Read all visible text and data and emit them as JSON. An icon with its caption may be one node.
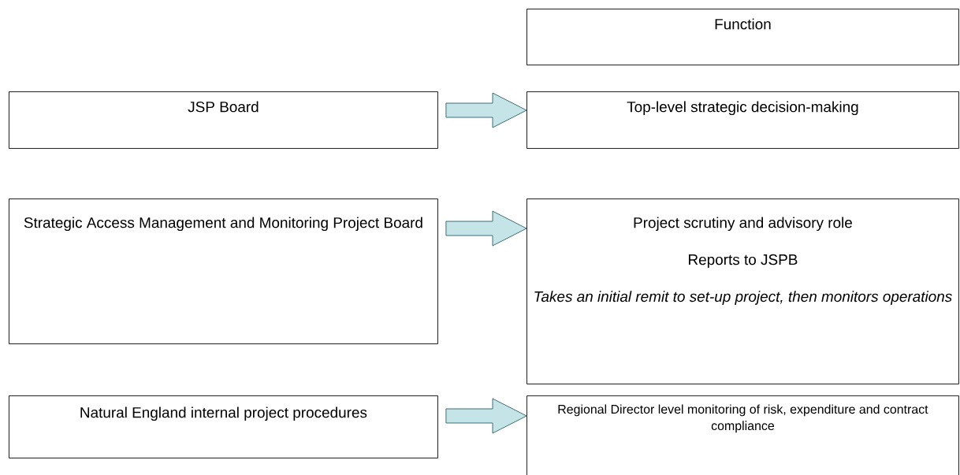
{
  "diagram": {
    "nodes": [
      {
        "text": [
          "Function"
        ]
      },
      {
        "text": [
          "JSP Board"
        ]
      },
      {
        "text": [
          "Top-level strategic decision-making"
        ]
      },
      {
        "text": [
          "Strategic Access Management and Monitoring Project Board"
        ]
      },
      {
        "text": [
          "Project scrutiny and advisory role",
          "Reports to JSPB",
          "Takes an initial remit to set-up project, then monitors operations"
        ]
      },
      {
        "text": [
          "Natural England internal project procedures"
        ]
      },
      {
        "text": [
          "Regional Director level monitoring of risk, expenditure and contract compliance"
        ]
      }
    ],
    "edges": [
      {
        "from": 1,
        "to": 2,
        "arrow": "to"
      },
      {
        "from": 3,
        "to": 4,
        "arrow": "to"
      },
      {
        "from": 5,
        "to": 6,
        "arrow": "to"
      }
    ]
  }
}
